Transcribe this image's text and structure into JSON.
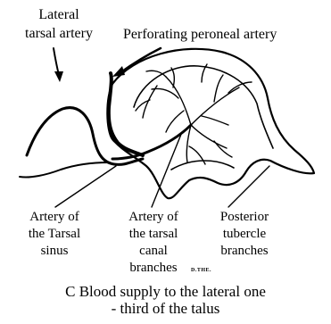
{
  "labels": {
    "lateral_tarsal_artery": [
      "Lateral",
      "tarsal artery"
    ],
    "perforating_peroneal_artery": "Perforating peroneal artery",
    "artery_tarsal_sinus": [
      "Artery of",
      "the Tarsal",
      "sinus"
    ],
    "artery_tarsal_canal": [
      "Artery of",
      "the tarsal",
      "canal",
      "branches"
    ],
    "posterior_tubercle": [
      "Posterior",
      "tubercle",
      "branches"
    ],
    "signature": "D.THE."
  },
  "caption": {
    "line1": "C Blood supply to the lateral one",
    "line2": "- third of the talus"
  }
}
